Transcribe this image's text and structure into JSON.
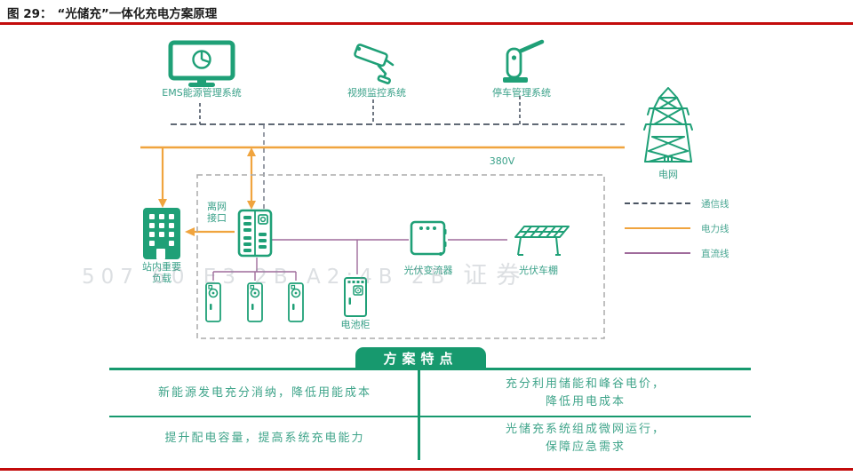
{
  "figure": {
    "label": "图 29：",
    "title": "“光储充”一体化充电方案原理"
  },
  "diagram": {
    "systems": [
      {
        "label": "EMS能源管理系统"
      },
      {
        "label": "视频监控系统"
      },
      {
        "label": "停车管理系统"
      }
    ],
    "grid": {
      "label": "电网"
    },
    "voltage_label": "380V",
    "legend": [
      {
        "label": "通信线",
        "style": "dashed",
        "color": "#4b5563"
      },
      {
        "label": "电力线",
        "style": "solid",
        "color": "#f0a43e"
      },
      {
        "label": "直流线",
        "style": "solid",
        "color": "#9f6b9b"
      }
    ],
    "load": {
      "line1": "站内重要",
      "line2": "负载"
    },
    "offgrid": {
      "line1": "离网",
      "line2": "接口"
    },
    "pv_inverter": {
      "label": "光伏变流器"
    },
    "pv_carport": {
      "label": "光伏车棚"
    },
    "battery": {
      "label": "电池柜"
    },
    "watermark": {
      "left": "507 60 E3 2B A2:4B 2B",
      "right": "证券"
    }
  },
  "features": {
    "header": "方案特点",
    "cells": [
      {
        "lines": [
          "新能源发电充分消纳，降低用能成本",
          ""
        ]
      },
      {
        "lines": [
          "充分利用储能和峰谷电价，",
          "降低用电成本"
        ]
      },
      {
        "lines": [
          "提升配电容量，提高系统充电能力",
          ""
        ]
      },
      {
        "lines": [
          "光储充系统组成微网运行，",
          "保障应急需求"
        ]
      }
    ]
  },
  "colors": {
    "icon_green": "#1fa077",
    "power_orange": "#f0a43e",
    "dc_purple": "#9f6b9b",
    "comm_gray": "#4b5563",
    "accent_red": "#c30b0b",
    "feature_green": "#17996e"
  }
}
